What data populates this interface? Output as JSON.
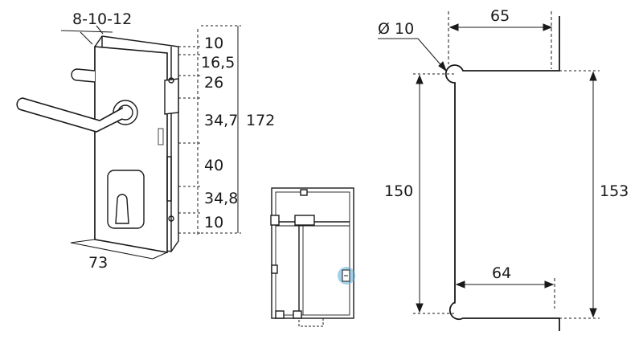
{
  "lock": {
    "glass_thickness_label": "8-10-12",
    "width_label": "73",
    "brand_text": "",
    "vertical_dims": [
      "10",
      "16,5",
      "26",
      "34,7",
      "40",
      "34,8",
      "10"
    ],
    "total_height_label": "172"
  },
  "cutout": {
    "hole_label": "Ø 10",
    "top_width_label": "65",
    "bottom_width_label": "64",
    "inner_height_label": "150",
    "outer_height_label": "153"
  },
  "colors": {
    "line": "#1a1a1a",
    "dash": "#1a1a1a",
    "marker": "#5aa9d6"
  }
}
